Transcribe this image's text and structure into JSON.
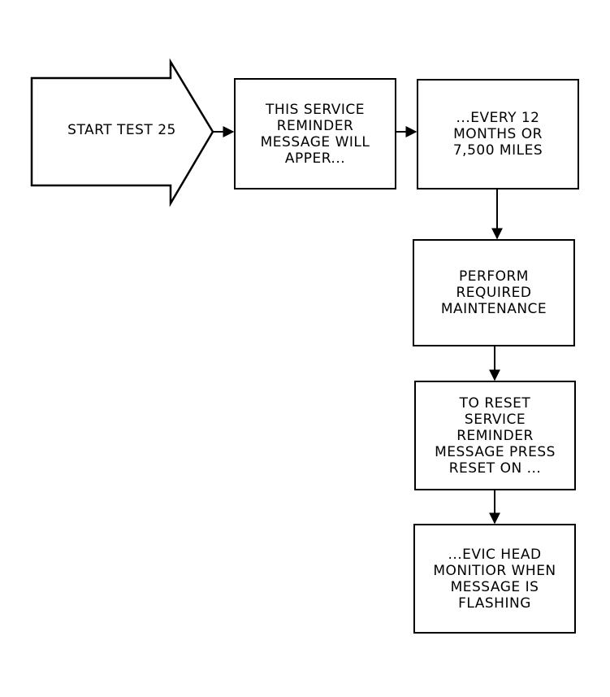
{
  "start": {
    "label": "START TEST 25"
  },
  "nodes": [
    {
      "lines": [
        "THIS SERVICE",
        "REMINDER",
        "MESSAGE WILL",
        "APPER..."
      ]
    },
    {
      "lines": [
        "...EVERY 12",
        "MONTHS OR",
        "7,500 MILES"
      ]
    },
    {
      "lines": [
        "PERFORM",
        "REQUIRED",
        "MAINTENANCE"
      ]
    },
    {
      "lines": [
        "TO RESET",
        "SERVICE",
        "REMINDER",
        "MESSAGE PRESS",
        "RESET ON ..."
      ]
    },
    {
      "lines": [
        "...EVIC HEAD",
        "MONITIOR WHEN",
        "MESSAGE IS",
        "FLASHING"
      ]
    }
  ],
  "edges": [
    {
      "from": "start",
      "to": 0
    },
    {
      "from": 0,
      "to": 1
    },
    {
      "from": 1,
      "to": 2
    },
    {
      "from": 2,
      "to": 3
    },
    {
      "from": 3,
      "to": 4
    }
  ]
}
